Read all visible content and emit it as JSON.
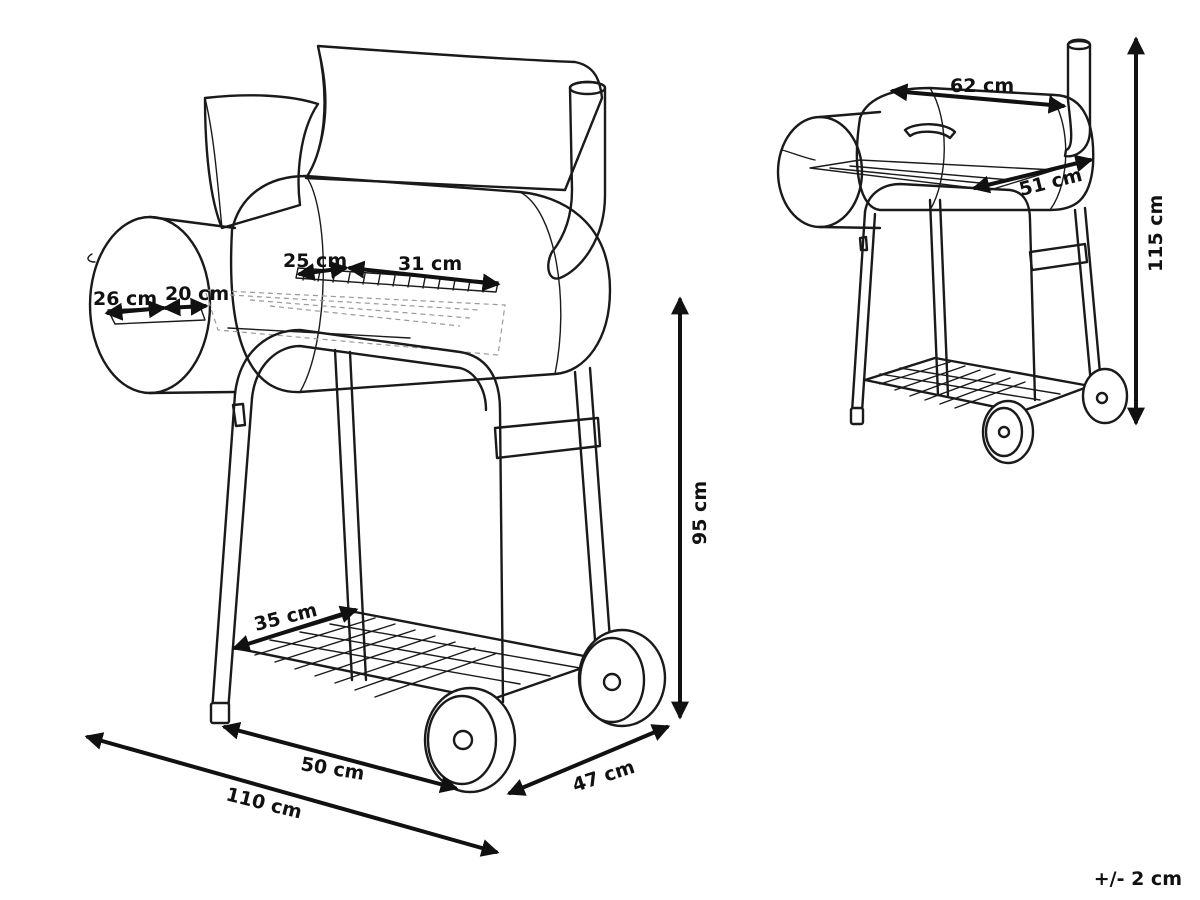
{
  "dimensions": {
    "main_view": {
      "firebox_width": "26 cm",
      "firebox_depth": "20 cm",
      "grill_depth": "25 cm",
      "grill_width": "31 cm",
      "shelf_depth": "35 cm",
      "height": "95 cm",
      "base_width": "50 cm",
      "base_depth": "47 cm",
      "total_width": "110 cm"
    },
    "small_view": {
      "grill_length": "62 cm",
      "side_depth": "51 cm",
      "total_height": "115 cm"
    }
  },
  "tolerance": "+/- 2 cm"
}
